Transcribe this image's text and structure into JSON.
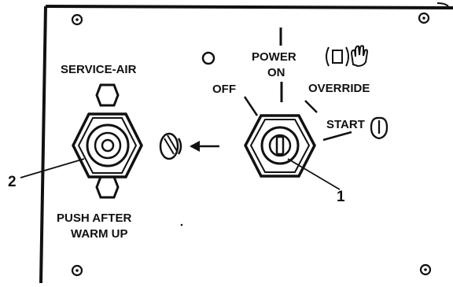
{
  "panel": {
    "labels": {
      "service_air": "SERVICE-AIR",
      "push_after_line1": "PUSH AFTER",
      "push_after_line2": "WARM UP",
      "off": "OFF",
      "power_line1": "POWER",
      "power_line2": "ON",
      "override": "OVERRIDE",
      "start": "START"
    },
    "callouts": {
      "left": "2",
      "right": "1"
    }
  },
  "icons": [
    "mounting-screw-icon",
    "indicator-lamp-icon",
    "hex-nut-icon",
    "push-button-icon",
    "key-switch-icon",
    "key-icon",
    "auto-bracket-icon",
    "hand-icon",
    "arrow-left-icon"
  ],
  "colors": {
    "ink": "#111111",
    "background": "#ffffff"
  }
}
